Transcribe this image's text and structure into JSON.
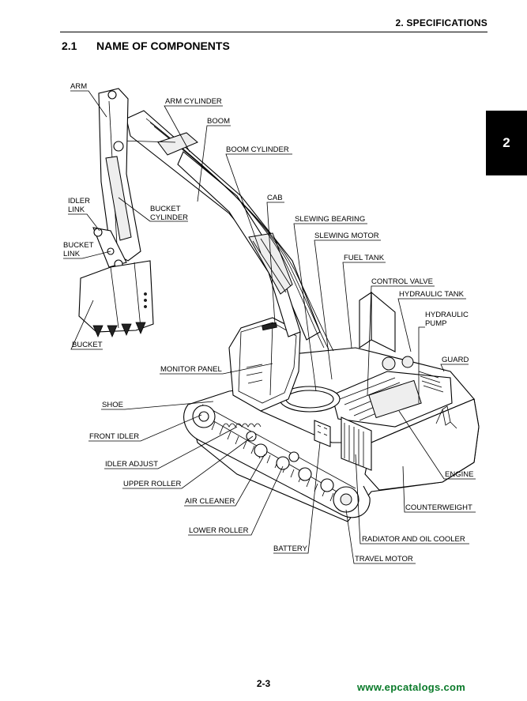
{
  "header": {
    "title": "2. SPECIFICATIONS"
  },
  "section": {
    "number": "2.1",
    "title": "NAME OF COMPONENTS"
  },
  "chapter_tab": "2",
  "labels": {
    "arm": "ARM",
    "arm_cylinder": "ARM CYLINDER",
    "boom": "BOOM",
    "boom_cylinder": "BOOM CYLINDER",
    "idler_link_1": "IDLER",
    "idler_link_2": "LINK",
    "bucket_cylinder_1": "BUCKET",
    "bucket_cylinder_2": "CYLINDER",
    "cab": "CAB",
    "slewing_bearing": "SLEWING BEARING",
    "slewing_motor": "SLEWING MOTOR",
    "bucket_link_1": "BUCKET",
    "bucket_link_2": "LINK",
    "fuel_tank": "FUEL TANK",
    "control_valve": "CONTROL VALVE",
    "hydraulic_tank": "HYDRAULIC TANK",
    "hydraulic_pump_1": "HYDRAULIC",
    "hydraulic_pump_2": "PUMP",
    "bucket": "BUCKET",
    "guard": "GUARD",
    "monitor_panel": "MONITOR PANEL",
    "shoe": "SHOE",
    "front_idler": "FRONT IDLER",
    "idler_adjust": "IDLER ADJUST",
    "upper_roller": "UPPER ROLLER",
    "engine": "ENGINE",
    "air_cleaner": "AIR CLEANER",
    "counterweight": "COUNTERWEIGHT",
    "lower_roller": "LOWER ROLLER",
    "radiator_oil_cooler": "RADIATOR AND OIL COOLER",
    "battery": "BATTERY",
    "travel_motor": "TRAVEL MOTOR"
  },
  "footer": {
    "page": "2-3",
    "watermark": "www.epcatalogs.com"
  }
}
